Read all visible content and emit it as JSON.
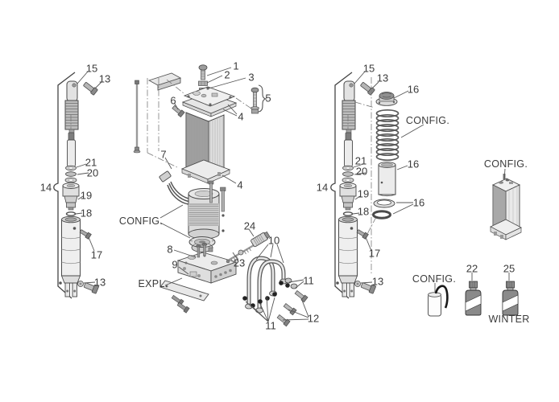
{
  "parts": {
    "1": "1",
    "2": "2",
    "3": "3",
    "4": "4",
    "5": "5",
    "6": "6",
    "7": "7",
    "8": "8",
    "9": "9",
    "10": "10",
    "11": "11",
    "12": "12",
    "13": "13",
    "14": "14",
    "15": "15",
    "16": "16",
    "17": "17",
    "18": "18",
    "19": "19",
    "20": "20",
    "21": "21",
    "22": "22",
    "23": "23",
    "24": "24",
    "25": "25"
  },
  "labels": {
    "config": "CONFIG.",
    "expl": "EXPL.",
    "winter": "WINTER"
  }
}
